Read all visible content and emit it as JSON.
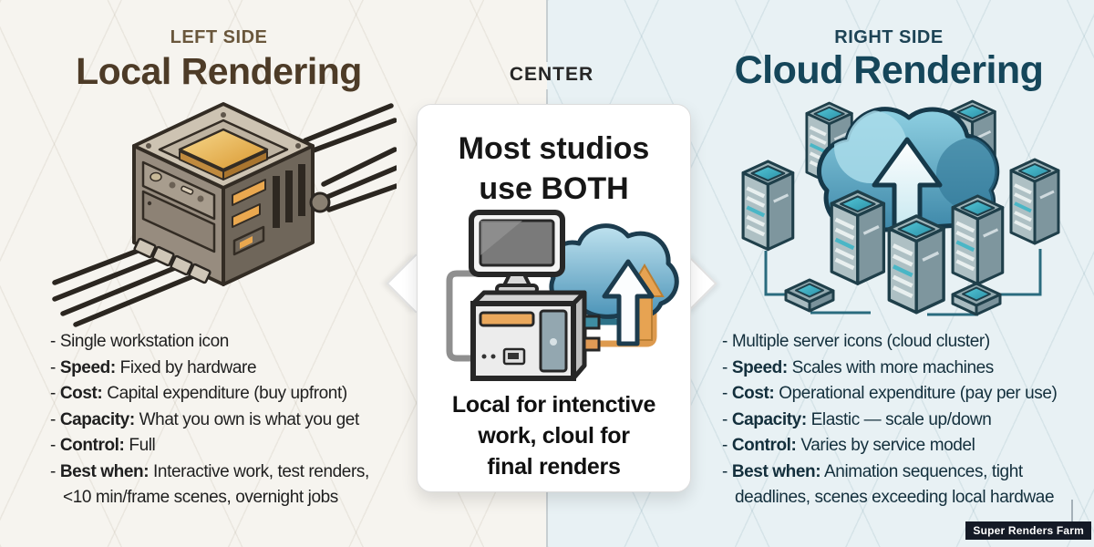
{
  "colors": {
    "left_bg": "#f6f4ef",
    "right_bg": "#e8f1f4",
    "left_accent": "#4d3b27",
    "right_accent": "#15465a",
    "card_bg": "#ffffff",
    "orange": "#e7a352",
    "cloud_blue": "#4c94b8",
    "watermark_bg": "#141a26"
  },
  "left": {
    "kicker": "LEFT SIDE",
    "title": "Local Rendering",
    "icon": "workstation-cube-icon",
    "items": [
      {
        "prefix": "- ",
        "label": "",
        "text": "Single workstation icon"
      },
      {
        "prefix": "- ",
        "label": "Speed:",
        "text": " Fixed by hardware"
      },
      {
        "prefix": "- ",
        "label": "Cost:",
        "text": " Capital expenditure (buy upfront)"
      },
      {
        "prefix": "- ",
        "label": "Capacity:",
        "text": " What you own is what you get"
      },
      {
        "prefix": "- ",
        "label": "Control:",
        "text": " Full"
      },
      {
        "prefix": "- ",
        "label": "Best when:",
        "text": " Interactive work, test renders,",
        "text2": "<10 min/frame scenes, overnight jobs"
      }
    ]
  },
  "center": {
    "kicker": "CENTER",
    "headline_line1": "Most studios",
    "headline_line2_normal": "use ",
    "headline_line2_bold": "BOTH",
    "icon": "computer-to-cloud-upload-icon",
    "caption_lines": [
      "Local for intenctive",
      "work, cloul for",
      "final renders"
    ]
  },
  "right": {
    "kicker": "RIGHT SIDE",
    "title": "Cloud Rendering",
    "icon": "cloud-server-cluster-icon",
    "items": [
      {
        "prefix": "- ",
        "label": "",
        "text": "Multiple server icons (cloud cluster)"
      },
      {
        "prefix": "- ",
        "label": "Speed:",
        "text": " Scales with more machines"
      },
      {
        "prefix": "- ",
        "label": "Cost:",
        "text": " Operational expenditure (pay per use)"
      },
      {
        "prefix": "- ",
        "label": "Capacity:",
        "text": " Elastic — scale up/down"
      },
      {
        "prefix": "- ",
        "label": "Control:",
        "text": " Varies by service model"
      },
      {
        "prefix": "- ",
        "label": "Best when:",
        "text": " Animation sequences, tight",
        "text2": "deadlines, scenes exceeding local hardwae"
      }
    ]
  },
  "watermark": {
    "label": "Super Renders Farm"
  }
}
